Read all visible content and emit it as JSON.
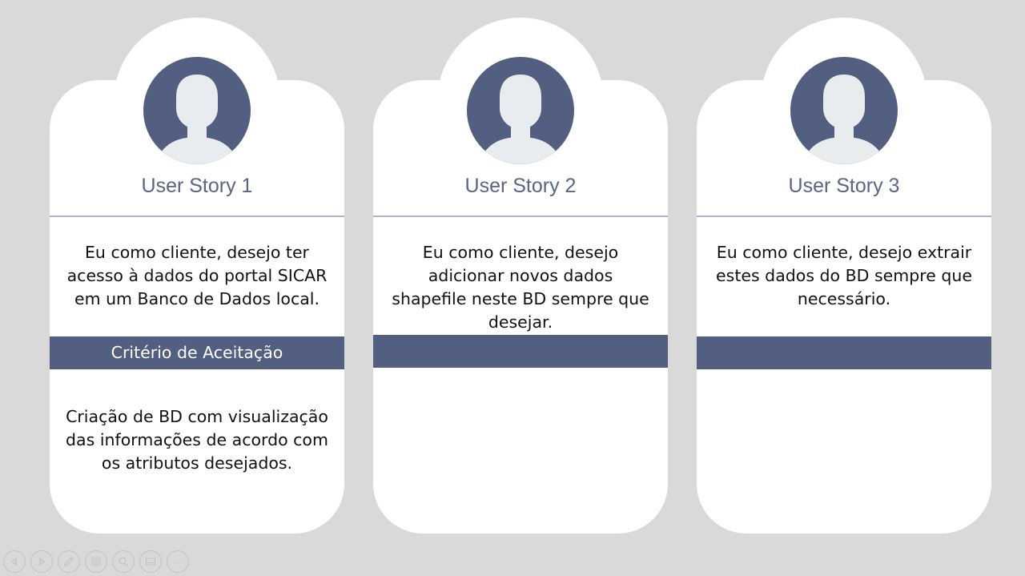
{
  "cards": [
    {
      "title": "User Story 1",
      "story": "Eu como cliente, desejo ter acesso à dados do portal SICAR em um Banco de Dados local.",
      "band_label": "Critério de Aceitação",
      "criteria": "Criação de BD com visualização das informações de acordo com os atributos desejados."
    },
    {
      "title": "User Story 2",
      "story": "Eu como cliente, desejo adicionar novos dados shapefile neste BD sempre que desejar.",
      "band_label": "",
      "criteria": ""
    },
    {
      "title": "User Story 3",
      "story": "Eu como cliente, desejo extrair estes dados do BD sempre que necessário.",
      "band_label": "",
      "criteria": ""
    }
  ],
  "colors": {
    "background": "#d9d9d9",
    "card": "#ffffff",
    "accent": "#535f80",
    "divider": "#a9b4d3",
    "title": "#5a6585"
  },
  "controls": {
    "more_label": "...",
    "icons": [
      "previous-slide-icon",
      "next-slide-icon",
      "pen-icon",
      "slides-grid-icon",
      "zoom-icon",
      "subtitles-icon",
      "more-options-icon"
    ]
  }
}
